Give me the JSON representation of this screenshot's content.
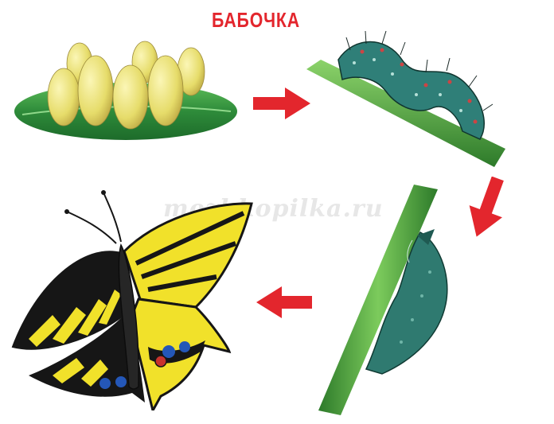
{
  "title": "БАБОЧКА",
  "watermark": "mezhkopilka.ru",
  "colors": {
    "title": "#e3262d",
    "arrow": "#e3262d",
    "leaf": "#2e8b3a",
    "stem": "#3f9a3a",
    "egg": "#e6dc6a",
    "caterpillar": "#2f7f78",
    "pupa": "#2f7a70",
    "wing_yellow": "#f1e12a",
    "wing_black": "#161616",
    "wing_blue": "#2457b8",
    "eyespot": "#c8332d"
  },
  "stages": [
    {
      "id": "eggs",
      "icon": "eggs-on-leaf-icon"
    },
    {
      "id": "caterpillar",
      "icon": "caterpillar-icon"
    },
    {
      "id": "pupa",
      "icon": "pupa-icon"
    },
    {
      "id": "butterfly",
      "icon": "swallowtail-butterfly-icon"
    }
  ]
}
